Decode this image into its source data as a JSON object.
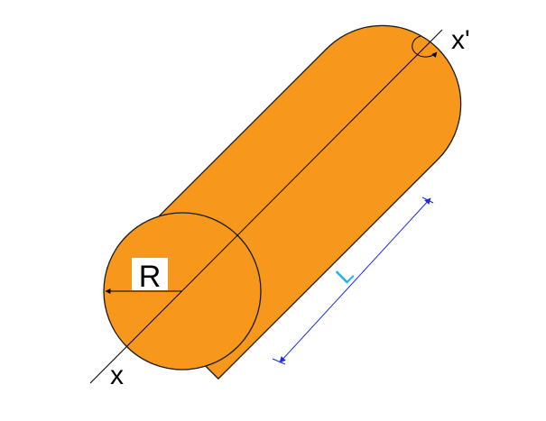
{
  "labels": {
    "radius": "R",
    "length": "L",
    "axis_start": "x",
    "axis_end": "x'"
  },
  "colors": {
    "cylinder_fill": "#f7981d",
    "outline": "#1a1a1a",
    "dimension_line": "#1f2de0",
    "length_label": "#19b4ef",
    "axis_line": "#000000"
  },
  "icons": {
    "rotation": "rotation-arrow-icon"
  }
}
